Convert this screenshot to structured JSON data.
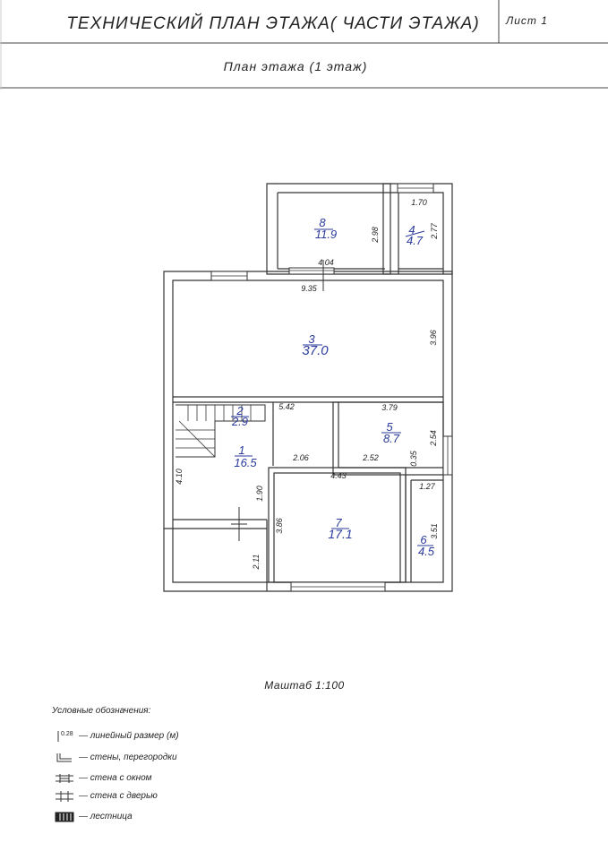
{
  "header": {
    "title": "ТЕХНИЧЕСКИЙ ПЛАН ЭТАЖА( ЧАСТИ ЭТАЖА)",
    "sheet": "Лист 1",
    "subtitle": "План этажа (1 этаж)"
  },
  "rooms": [
    {
      "num": "8",
      "area": "11.9"
    },
    {
      "num": "4",
      "area": "4.7"
    },
    {
      "num": "3",
      "area": "37.0"
    },
    {
      "num": "2",
      "area": "2.9"
    },
    {
      "num": "1",
      "area": "16.5"
    },
    {
      "num": "5",
      "area": "8.7"
    },
    {
      "num": "7",
      "area": "17.1"
    },
    {
      "num": "6",
      "area": "4.5"
    }
  ],
  "dimensions": {
    "r8_h": "2.98",
    "r8_w": "4.04",
    "r4_w": "1.70",
    "r4_h": "2.77",
    "r3_w": "9.35",
    "r3_h": "3.96",
    "r2_w": "5.42",
    "r1_w": "2.06",
    "r1_h": "4.10",
    "r1_h2": "1.90",
    "r5_w": "3.79",
    "r5_h": "2.54",
    "r5_w2": "2.52",
    "r5_gap": "0.35",
    "r7_w": "4.43",
    "r7_h": "3.86",
    "r6_w": "1.27",
    "r6_h": "3.51",
    "porch_h": "2.11"
  },
  "scale": "Маштаб 1:100",
  "legend": {
    "title": "Условные обозначения:",
    "items": [
      {
        "sample": "0.28",
        "text": "— линейный размер (м)"
      },
      {
        "text": "— стены, перегородки"
      },
      {
        "text": "— стена с окном"
      },
      {
        "text": "— стена с дверью"
      },
      {
        "text": "— лестница"
      }
    ]
  }
}
